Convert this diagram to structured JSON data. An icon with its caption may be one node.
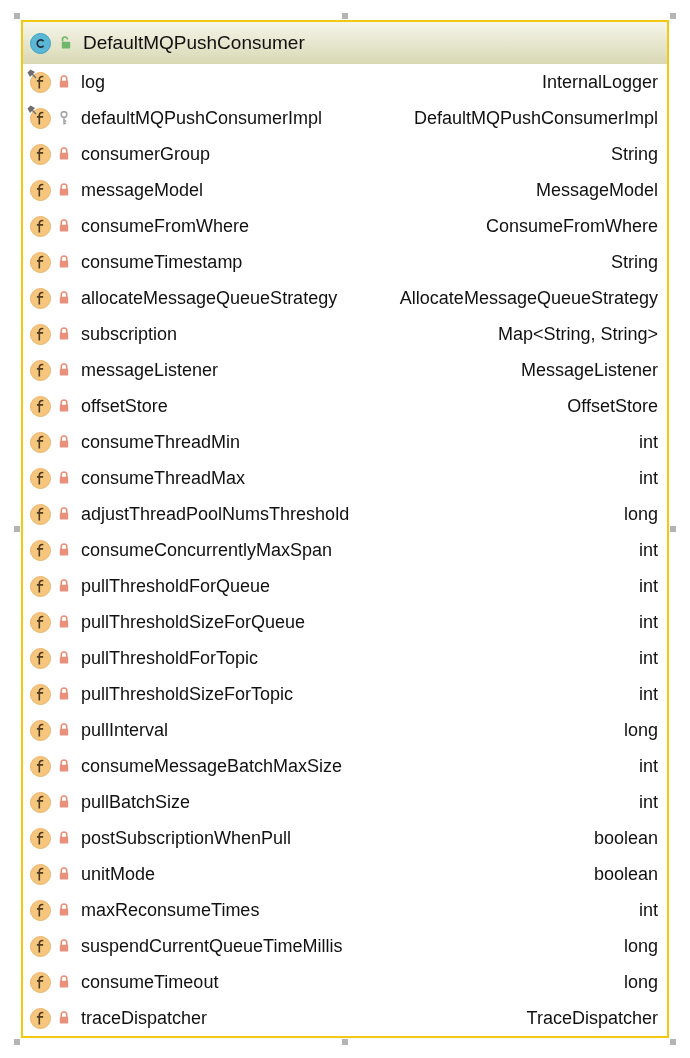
{
  "diagram": {
    "nodes": [
      {
        "text": [
          "DefaultMQPushConsumer",
          "log",
          "InternalLogger",
          "defaultMQPushConsumerImpl",
          "DefaultMQPushConsumerImpl",
          "consumerGroup",
          "String",
          "messageModel",
          "MessageModel",
          "consumeFromWhere",
          "ConsumeFromWhere",
          "consumeTimestamp",
          "String",
          "allocateMessageQueueStrategy",
          "AllocateMessageQueueStrategy",
          "subscription",
          "Map<String, String>",
          "messageListener",
          "MessageListener",
          "offsetStore",
          "OffsetStore",
          "consumeThreadMin",
          "int",
          "consumeThreadMax",
          "int",
          "adjustThreadPoolNumsThreshold",
          "long",
          "consumeConcurrentlyMaxSpan",
          "int",
          "pullThresholdForQueue",
          "int",
          "pullThresholdSizeForQueue",
          "int",
          "pullThresholdForTopic",
          "int",
          "pullThresholdSizeForTopic",
          "int",
          "pullInterval",
          "long",
          "consumeMessageBatchMaxSize",
          "int",
          "pullBatchSize",
          "int",
          "postSubscriptionWhenPull",
          "boolean",
          "unitMode",
          "boolean",
          "maxReconsumeTimes",
          "int",
          "suspendCurrentQueueTimeMillis",
          "long",
          "consumeTimeout",
          "long",
          "traceDispatcher",
          "TraceDispatcher"
        ]
      }
    ]
  }
}
